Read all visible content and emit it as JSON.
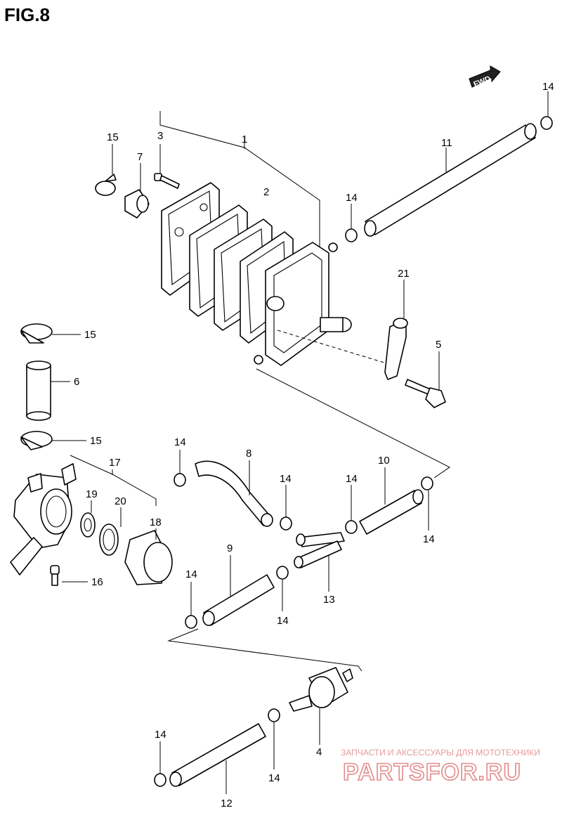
{
  "figure": {
    "title": "FIG.8"
  },
  "fwd": {
    "label": "FWD"
  },
  "callouts": {
    "c1": "1",
    "c2": "2",
    "c3": "3",
    "c4": "4",
    "c5": "5",
    "c6": "6",
    "c7": "7",
    "c8": "8",
    "c9": "9",
    "c10": "10",
    "c11": "11",
    "c12": "12",
    "c13": "13",
    "c14": "14",
    "c15": "15",
    "c16": "16",
    "c17": "17",
    "c18": "18",
    "c19": "19",
    "c20": "20",
    "c21": "21"
  },
  "watermark": {
    "tagline": "ЗАПЧАСТИ И АКСЕССУАРЫ ДЛЯ МОТОТЕХНИКИ",
    "brand": "PARTSFOR.RU"
  },
  "icons": {
    "fwd_arrow": "fwd-arrow-icon"
  }
}
